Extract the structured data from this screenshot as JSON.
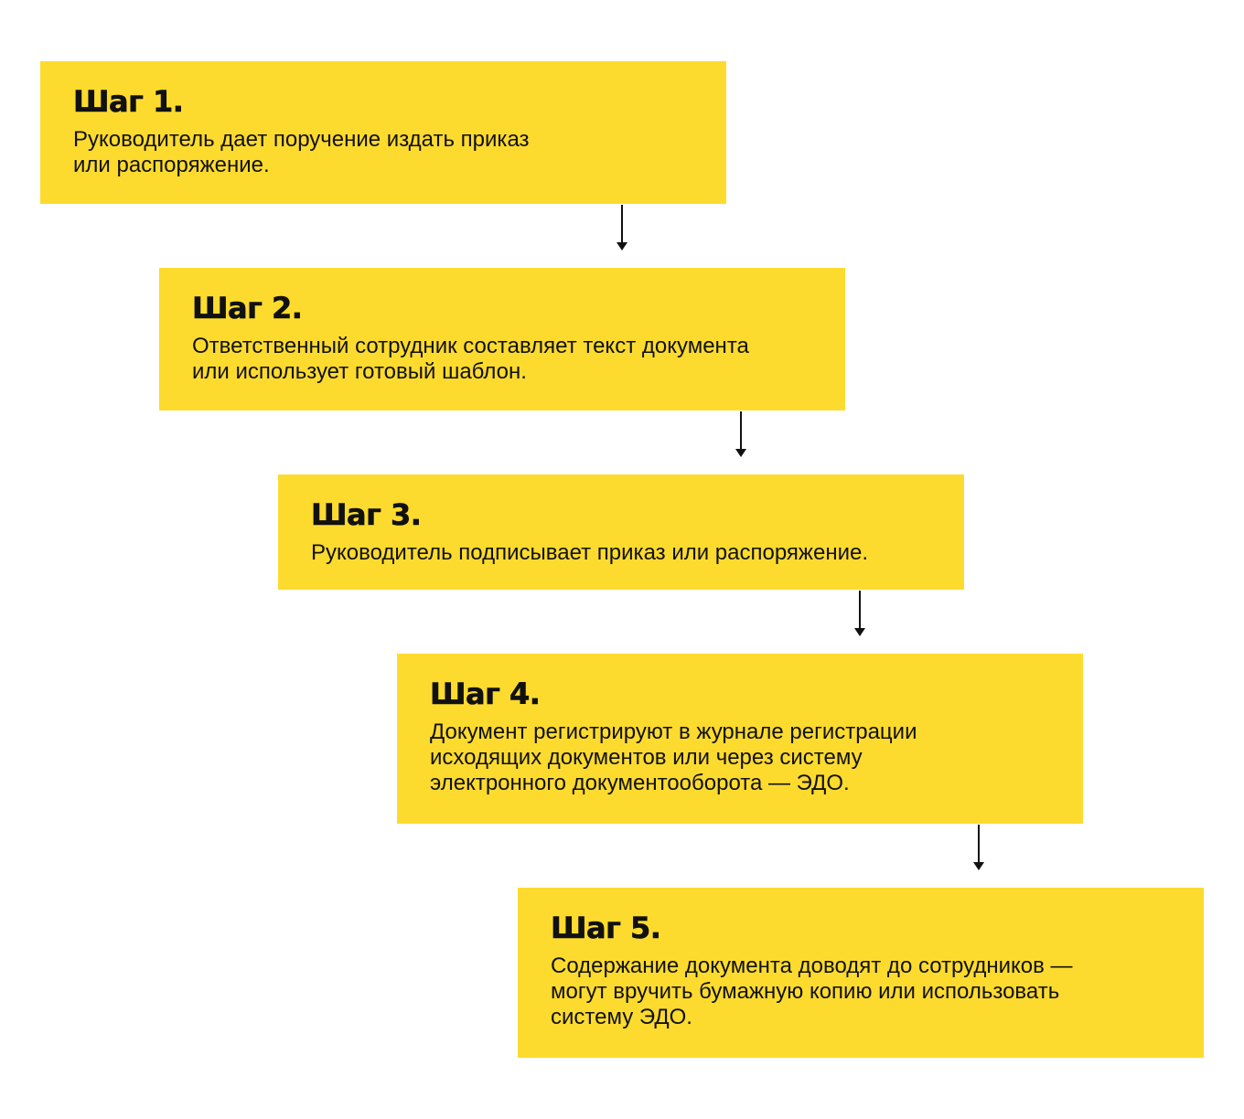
{
  "steps": [
    {
      "title": "Шаг 1.",
      "text": "Руководитель дает поручение издать приказ\nили распоряжение."
    },
    {
      "title": "Шаг 2.",
      "text": "Ответственный сотрудник составляет текст документа\nили использует готовый шаблон."
    },
    {
      "title": "Шаг 3.",
      "text": "Руководитель подписывает приказ или распоряжение."
    },
    {
      "title": "Шаг 4.",
      "text": "Документ регистрируют в журнале регистрации\nисходящих документов или через систему\nэлектронного документооборота — ЭДО."
    },
    {
      "title": "Шаг 5.",
      "text": "Содержание документа доводят до сотрудников —\nмогут вручить бумажную копию или использовать\nсистему ЭДО."
    }
  ],
  "colors": {
    "box_fill": "#fddb2e",
    "text": "#111111",
    "arrow": "#111111",
    "background": "#ffffff"
  }
}
